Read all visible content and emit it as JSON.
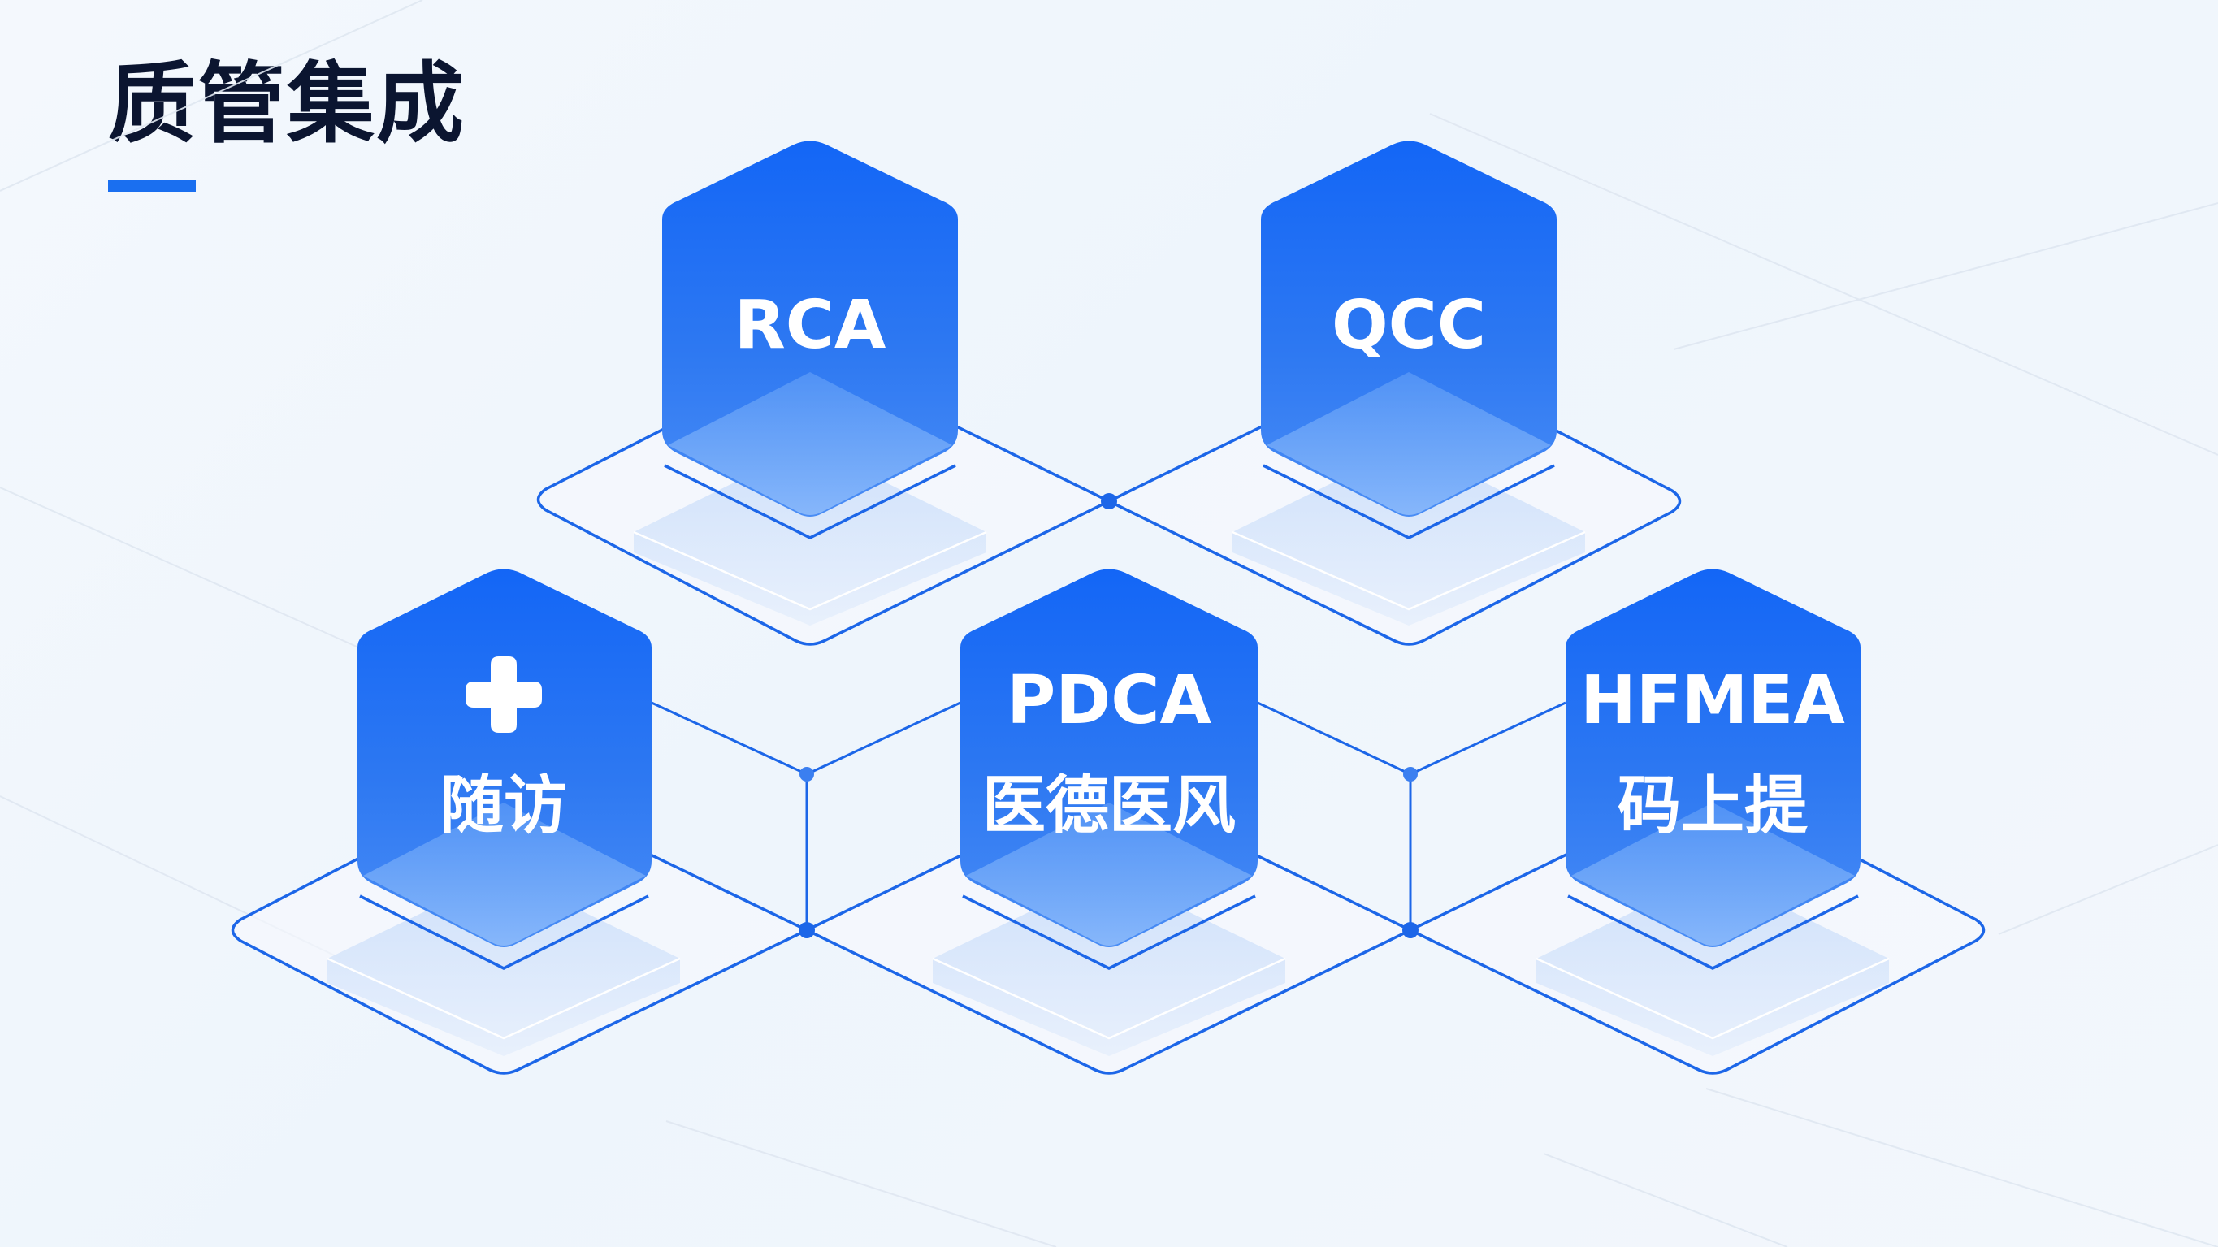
{
  "header": {
    "title": "质管集成",
    "underline_color": "#1a6ff0"
  },
  "colors": {
    "hex_top": "#1467f5",
    "hex_bottom": "#5b9af7",
    "line": "#1c66e8",
    "title_text": "#0b1530",
    "background": "#f1f6fc"
  },
  "modules": [
    {
      "id": "rca",
      "label": "RCA",
      "subtitle": "",
      "icon": ""
    },
    {
      "id": "qcc",
      "label": "QCC",
      "subtitle": "",
      "icon": ""
    },
    {
      "id": "followup",
      "label": "随访",
      "subtitle": "",
      "icon": "medical-cross-icon"
    },
    {
      "id": "pdca",
      "label": "PDCA",
      "subtitle": "医德医风",
      "icon": ""
    },
    {
      "id": "hfmea",
      "label": "HFMEA",
      "subtitle": "码上提",
      "icon": ""
    }
  ]
}
